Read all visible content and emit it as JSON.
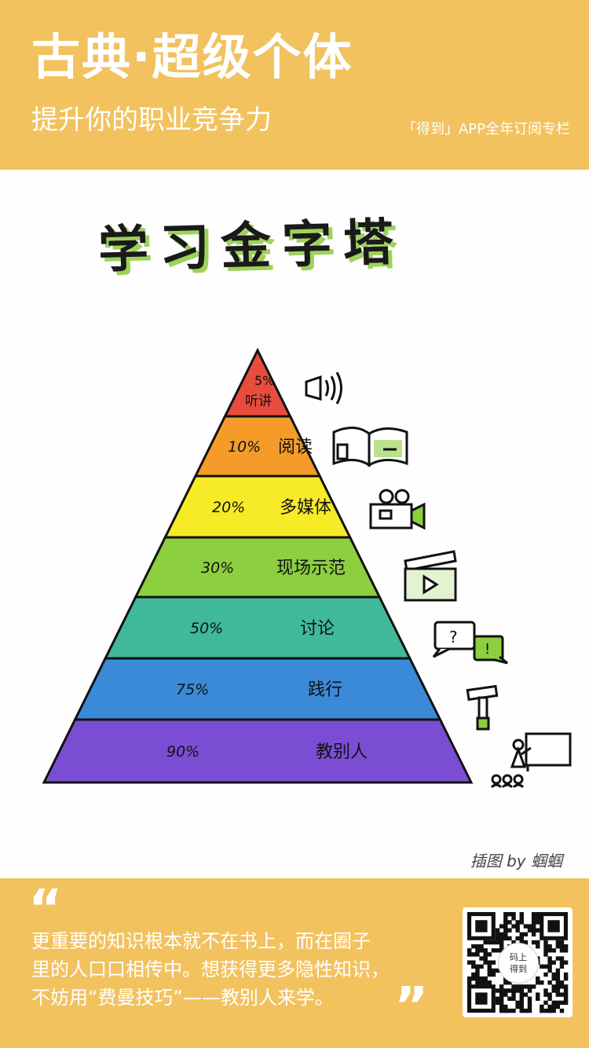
{
  "header": {
    "title": "古典·超级个体",
    "subtitle": "提升你的职业竞争力",
    "tag": "「得到」APP全年订阅专栏"
  },
  "diagram": {
    "title": "学习金字塔",
    "levels": [
      {
        "percent": "5%",
        "label": "听讲",
        "color": "#e84c3d",
        "icon": "speaker-icon"
      },
      {
        "percent": "10%",
        "label": "阅读",
        "color": "#f59b2a",
        "icon": "book-icon"
      },
      {
        "percent": "20%",
        "label": "多媒体",
        "color": "#f7ea26",
        "icon": "video-camera-icon"
      },
      {
        "percent": "30%",
        "label": "现场示范",
        "color": "#8ccf3f",
        "icon": "clapperboard-icon"
      },
      {
        "percent": "50%",
        "label": "讨论",
        "color": "#3fb99a",
        "icon": "speech-bubbles-icon"
      },
      {
        "percent": "75%",
        "label": "践行",
        "color": "#3b8ad8",
        "icon": "hammer-icon"
      },
      {
        "percent": "90%",
        "label": "教别人",
        "color": "#7a4ed3",
        "icon": "teacher-icon"
      }
    ],
    "credit": "插图 by 蝈蝈"
  },
  "footer": {
    "quote_open": "“",
    "quote_close": "”",
    "quote_lines": [
      "更重要的知识根本就不在书上，而在圈子",
      "里的人口口相传中。想获得更多隐性知识，",
      "不妨用“费曼技巧”——教别人来学。"
    ],
    "qr_label_top": "码上",
    "qr_label_bottom": "得到"
  }
}
